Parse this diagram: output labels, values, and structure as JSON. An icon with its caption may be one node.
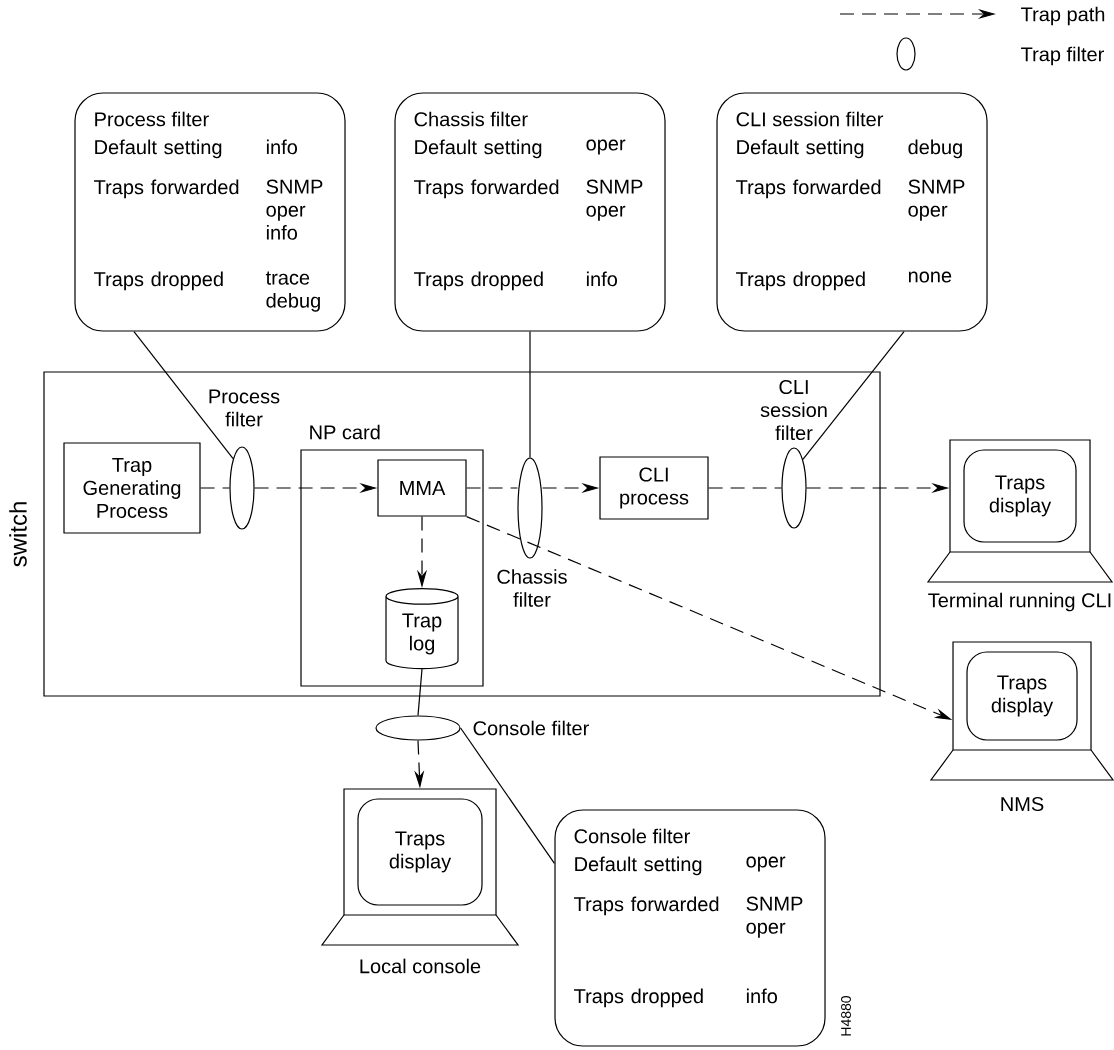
{
  "diagram": {
    "nodes": [
      {
        "text": [
          "Process filter",
          "Default setting",
          "info",
          "Traps forwarded",
          "SNMP oper info",
          "Traps dropped",
          "trace debug"
        ]
      },
      {
        "text": [
          "Chassis filter",
          "Default setting",
          "oper",
          "Traps forwarded",
          "SNMP oper",
          "Traps dropped",
          "info"
        ]
      },
      {
        "text": [
          "CLI session filter",
          "Default setting",
          "debug",
          "Traps forwarded",
          "SNMP oper",
          "Traps dropped",
          "none"
        ]
      },
      {
        "text": [
          "switch"
        ]
      },
      {
        "text": [
          "Trap Generating Process"
        ],
        "in": 3
      },
      {
        "text": [],
        "shape": "ellipse",
        "beside": [
          "Process filter"
        ],
        "in": 3
      },
      {
        "text": [
          "NP card"
        ],
        "in": 3
      },
      {
        "text": [
          "MMA"
        ],
        "in": 6
      },
      {
        "text": [
          "Trap log"
        ],
        "in": 6
      },
      {
        "text": [],
        "shape": "ellipse",
        "beside": [
          "Chassis filter"
        ],
        "in": 3
      },
      {
        "text": [
          "CLI process"
        ],
        "in": 3
      },
      {
        "text": [],
        "shape": "ellipse",
        "beside": [
          "CLI session filter"
        ],
        "in": 3
      },
      {
        "text": [
          "Traps display"
        ],
        "beside": [
          "Terminal running CLI"
        ]
      },
      {
        "text": [
          "Traps display"
        ],
        "beside": [
          "NMS"
        ]
      },
      {
        "text": [],
        "shape": "ellipse",
        "beside": [
          "Console filter"
        ]
      },
      {
        "text": [
          "Traps display"
        ],
        "beside": [
          "Local console"
        ]
      },
      {
        "text": [
          "Console filter",
          "Default setting",
          "oper",
          "Traps forwarded",
          "SNMP oper",
          "Traps dropped",
          "info"
        ]
      }
    ],
    "edges": [
      {
        "from": 4,
        "to": 5,
        "arrow": "none",
        "style": "dashed"
      },
      {
        "from": 5,
        "to": 7,
        "arrow": "to",
        "style": "dashed"
      },
      {
        "from": 7,
        "to": 9,
        "arrow": "none",
        "style": "dashed"
      },
      {
        "from": 9,
        "to": 10,
        "arrow": "to",
        "style": "dashed"
      },
      {
        "from": 10,
        "to": 11,
        "arrow": "none",
        "style": "dashed"
      },
      {
        "from": 11,
        "to": 12,
        "arrow": "to",
        "style": "dashed"
      },
      {
        "from": 7,
        "to": 13,
        "arrow": "to",
        "style": "dashed"
      },
      {
        "from": 7,
        "to": 8,
        "arrow": "to",
        "style": "dashed"
      },
      {
        "from": 8,
        "to": 14,
        "arrow": "none"
      },
      {
        "from": 14,
        "to": 15,
        "arrow": "to",
        "style": "dashed"
      },
      {
        "from": 0,
        "to": 5,
        "arrow": "none"
      },
      {
        "from": 1,
        "to": 9,
        "arrow": "none"
      },
      {
        "from": 2,
        "to": 11,
        "arrow": "none"
      },
      {
        "from": 16,
        "to": 14,
        "arrow": "none"
      }
    ],
    "labels": [
      "H4880"
    ],
    "legend": [
      {
        "text": "Trap path"
      },
      {
        "text": "Trap filter"
      }
    ]
  }
}
